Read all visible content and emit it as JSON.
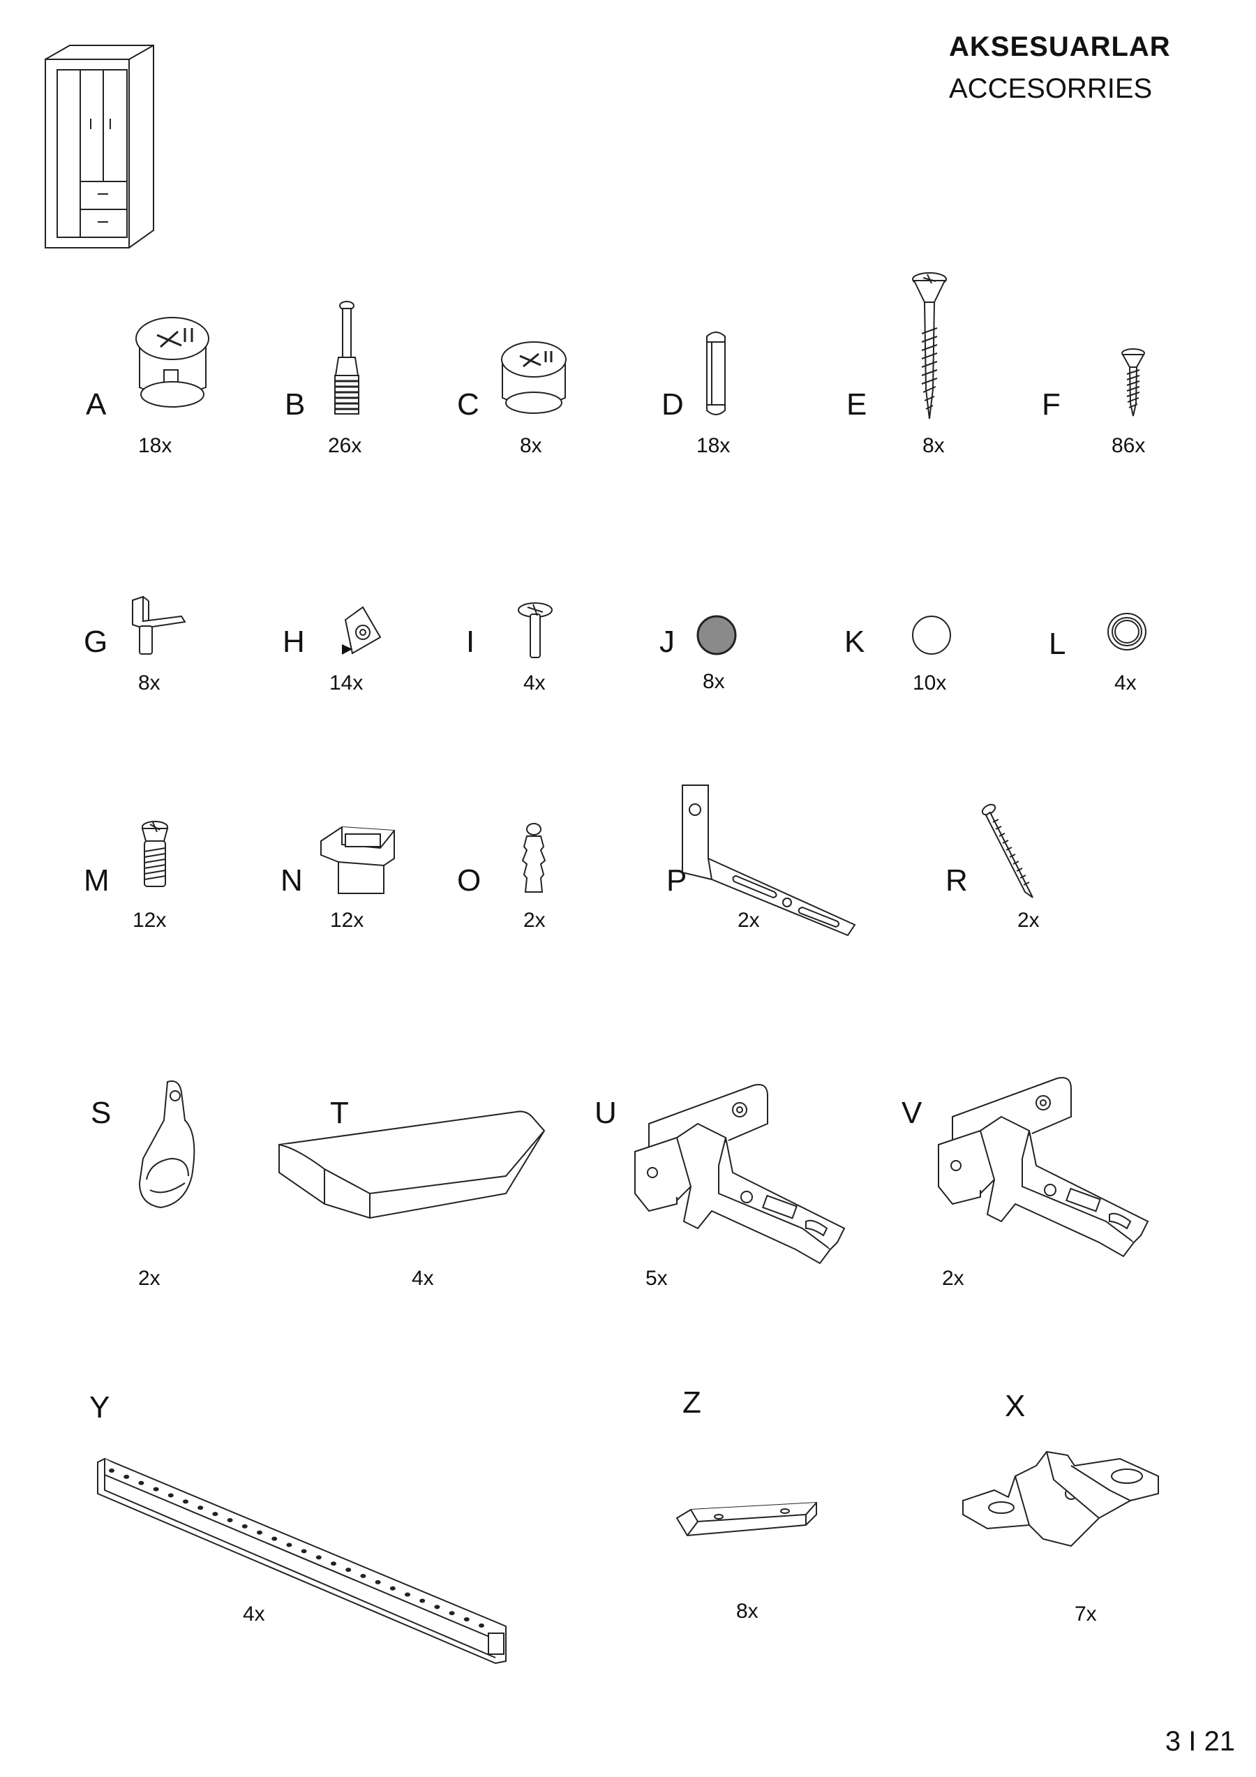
{
  "header": {
    "title": "AKSESUARLAR",
    "subtitle": "ACCESORRIES"
  },
  "icons": {
    "thumbnail": "wardrobe-icon"
  },
  "parts": [
    {
      "letter": "A",
      "qty": "18x",
      "icon": "cam-lock-icon"
    },
    {
      "letter": "B",
      "qty": "26x",
      "icon": "cam-bolt-icon"
    },
    {
      "letter": "C",
      "qty": "8x",
      "icon": "cam-lock-icon"
    },
    {
      "letter": "D",
      "qty": "18x",
      "icon": "wooden-dowel-icon"
    },
    {
      "letter": "E",
      "qty": "8x",
      "icon": "long-wood-screw-icon"
    },
    {
      "letter": "F",
      "qty": "86x",
      "icon": "short-screw-icon"
    },
    {
      "letter": "G",
      "qty": "8x",
      "icon": "shelf-support-icon"
    },
    {
      "letter": "H",
      "qty": "14x",
      "icon": "corner-connector-icon"
    },
    {
      "letter": "I",
      "qty": "4x",
      "icon": "bolt-icon"
    },
    {
      "letter": "J",
      "qty": "8x",
      "icon": "dark-cap-icon"
    },
    {
      "letter": "K",
      "qty": "10x",
      "icon": "white-cap-icon"
    },
    {
      "letter": "L",
      "qty": "4x",
      "icon": "ring-icon"
    },
    {
      "letter": "M",
      "qty": "12x",
      "icon": "insert-bolt-icon"
    },
    {
      "letter": "N",
      "qty": "12x",
      "icon": "clip-icon"
    },
    {
      "letter": "O",
      "qty": "2x",
      "icon": "wall-plug-icon"
    },
    {
      "letter": "P",
      "qty": "2x",
      "icon": "angle-bracket-icon"
    },
    {
      "letter": "R",
      "qty": "2x",
      "icon": "long-screw-icon"
    },
    {
      "letter": "S",
      "qty": "2x",
      "icon": "rail-support-icon"
    },
    {
      "letter": "T",
      "qty": "4x",
      "icon": "handle-icon"
    },
    {
      "letter": "U",
      "qty": "5x",
      "icon": "hinge-icon"
    },
    {
      "letter": "V",
      "qty": "2x",
      "icon": "hinge-icon"
    },
    {
      "letter": "Y",
      "qty": "4x",
      "icon": "drawer-rail-icon"
    },
    {
      "letter": "Z",
      "qty": "8x",
      "icon": "spacer-block-icon"
    },
    {
      "letter": "X",
      "qty": "7x",
      "icon": "mounting-plate-icon"
    }
  ],
  "footer": {
    "page": "3 I 21"
  }
}
